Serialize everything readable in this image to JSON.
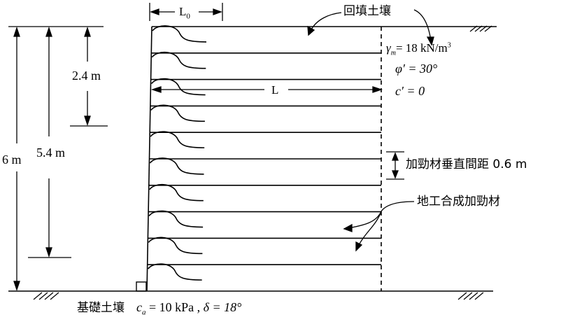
{
  "backfill_label": "回填土壤",
  "backfill_props": {
    "unit_weight": "γ_m = 18 kN/m³",
    "gamma_symbol": "γ",
    "gamma_sub": "m",
    "gamma_value": "= 18 kN/m",
    "gamma_exp": "3",
    "friction_angle": "φ′ = 30°",
    "cohesion": "c′ = 0"
  },
  "dimensions": {
    "wrap_length": "L",
    "wrap_length_sub": "0",
    "reinforcement_length": "L",
    "depth_a": "2.4 m",
    "depth_b": "5.4 m",
    "wall_height": "6 m"
  },
  "spacing_label": "加勁材垂直間距 0.6 m",
  "geosynthetic_label": "地工合成加勁材",
  "foundation": {
    "label": "基礎土壤",
    "ca": "c_a = 10 kPa",
    "ca_symbol": "c",
    "ca_sub": "a",
    "ca_value": "= 10 kPa ,",
    "delta": "δ = 18°"
  }
}
